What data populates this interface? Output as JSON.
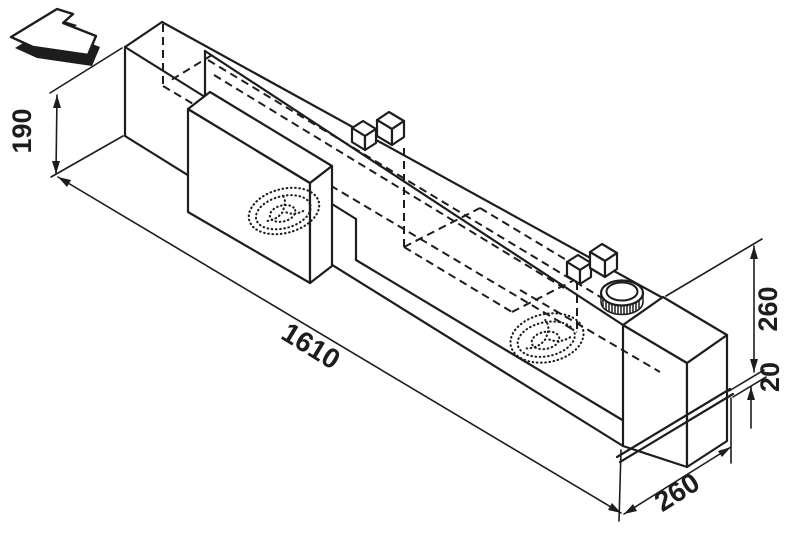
{
  "page": {
    "background": "#ffffff",
    "line_color": "#1d1d1d"
  },
  "drawing": {
    "kind": "isometric-line-drawing",
    "subject": "stepped-tank-with-filler-cap",
    "direction_arrow_icon": "travel-direction-arrow",
    "dimensions": {
      "left_height": "190",
      "overall_length": "1610",
      "right_height": "260",
      "base_thickness": "20",
      "end_width": "260"
    }
  }
}
